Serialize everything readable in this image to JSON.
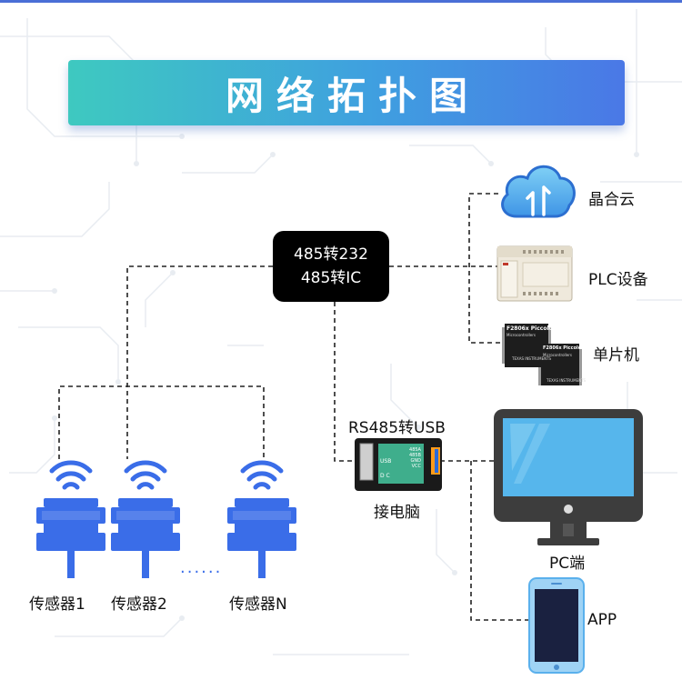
{
  "banner": {
    "title": "网络拓扑图"
  },
  "hub": {
    "line1": "485转232",
    "line2": "485转IC"
  },
  "right_devices": {
    "cloud": "晶合云",
    "plc": "PLC设备",
    "mcu": "单片机"
  },
  "converter": {
    "title": "RS485转USB",
    "caption": "接电脑",
    "usb_text": "USB",
    "dc_text": "D C",
    "pins": [
      "485A",
      "485B",
      "GND",
      "VCC"
    ]
  },
  "pc": {
    "label": "PC端"
  },
  "app": {
    "label": "APP"
  },
  "sensors": {
    "s1": "传感器1",
    "s2": "传感器2",
    "sn": "传感器N",
    "ellipsis": "......"
  },
  "chips": {
    "name": "F2806x Piccolo™",
    "sub": "Microcontrollers",
    "brand": "TEXAS INSTRUMENTS"
  },
  "colors": {
    "accent_blue": "#3a6de8",
    "banner_start": "#3ec9c0",
    "banner_end": "#4a78e6",
    "hub_bg": "#000000",
    "monitor_frame": "#3d3d3d",
    "screen": "#56b6ec"
  }
}
